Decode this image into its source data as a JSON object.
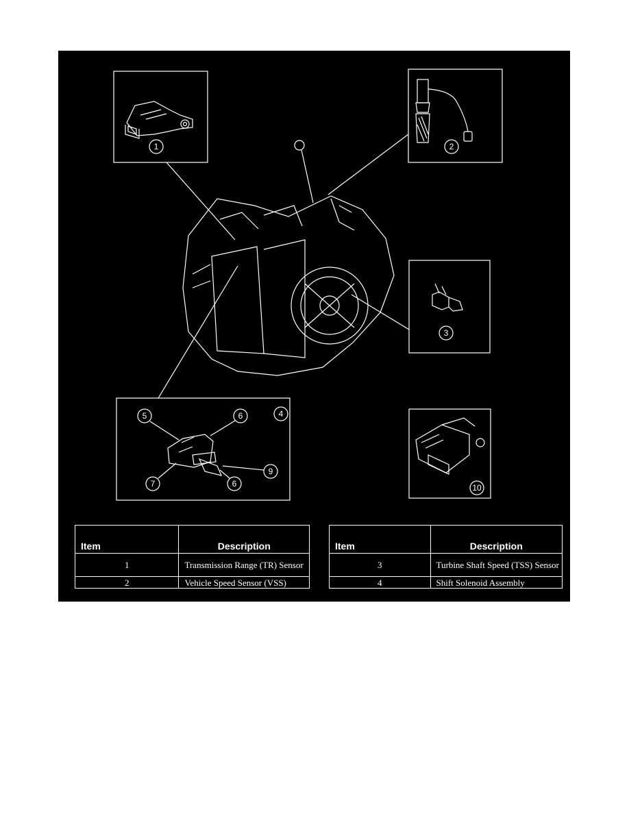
{
  "callouts": {
    "box1": "1",
    "box2": "2",
    "box3": "3",
    "box4": "4",
    "box4_5": "5",
    "box4_6a": "6",
    "box4_7": "7",
    "box4_6b": "6",
    "box4_9": "9",
    "box10": "10"
  },
  "tables": {
    "left": {
      "headers": [
        "Item",
        "Description"
      ],
      "rows": [
        {
          "item": "1",
          "description": "Transmission Range (TR) Sensor"
        },
        {
          "item": "2",
          "description": "Vehicle Speed Sensor (VSS)"
        }
      ]
    },
    "right": {
      "headers": [
        "Item",
        "Description"
      ],
      "rows": [
        {
          "item": "3",
          "description": "Turbine Shaft Speed (TSS) Sensor"
        },
        {
          "item": "4",
          "description": "Shift Solenoid Assembly"
        }
      ]
    }
  }
}
